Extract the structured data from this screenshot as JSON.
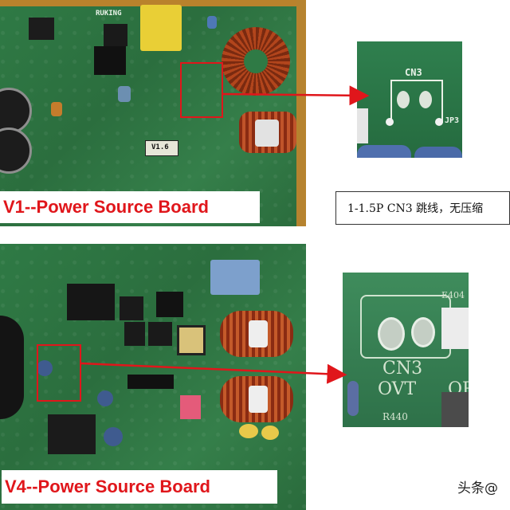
{
  "boards": {
    "v1": {
      "label": "V1--Power Source Board",
      "chip": "V1.6",
      "brand": "RUKING"
    },
    "v4": {
      "label": "V4--Power Source Board"
    }
  },
  "zoom_top": {
    "connector": "CN3",
    "jumper": "JP3"
  },
  "zoom_bottom": {
    "connector": "CN3",
    "label_ovt": "OVT",
    "label_op": "OP",
    "resistor": "R440",
    "ref": "E404"
  },
  "caption": "1-1.5P CN3 跳线，无压缩",
  "watermark": "头条@",
  "colors": {
    "highlight": "#e0161b",
    "pcb": "#2f7a45"
  }
}
